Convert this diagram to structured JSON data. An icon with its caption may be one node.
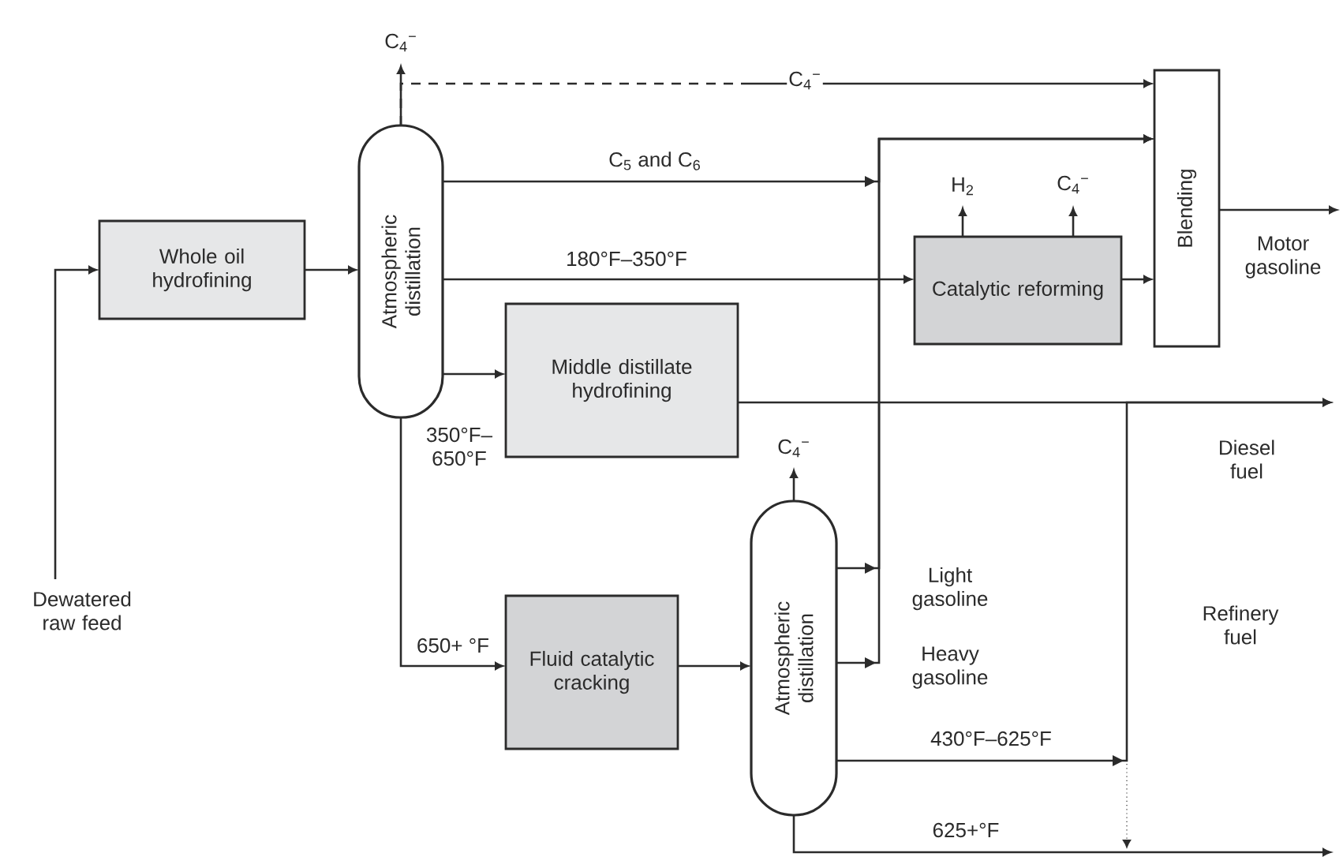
{
  "diagram": {
    "nodes": [
      {
        "text": [
          "Whole oil hydrofining"
        ]
      },
      {
        "text": [
          "Atmospheric distillation"
        ]
      },
      {
        "text": [
          "Middle distillate hydrofining"
        ]
      },
      {
        "text": [
          "Catalytic reforming"
        ]
      },
      {
        "text": [
          "Blending"
        ]
      },
      {
        "text": [
          "Fluid catalytic cracking"
        ]
      },
      {
        "text": [
          "Atmospheric distillation"
        ]
      },
      {
        "text": [
          "Dewatered raw feed"
        ]
      }
    ],
    "edges": [
      {
        "from": 7,
        "to": 0,
        "arrow": "to"
      },
      {
        "from": 0,
        "to": 1,
        "arrow": "to"
      },
      {
        "from": 1,
        "to": null,
        "arrow": "to",
        "label": "C$_{4}$$^{−}$"
      },
      {
        "from": 1,
        "to": 4,
        "arrow": "to",
        "label": "C$_{4}$$^{−}$",
        "style": "dashed"
      },
      {
        "from": 1,
        "to": 4,
        "arrow": "to",
        "label": "C$_{5}$ and C$_{6}$"
      },
      {
        "from": 1,
        "to": 3,
        "arrow": "to",
        "label": "180°F–350°F"
      },
      {
        "from": 1,
        "to": 2,
        "arrow": "to",
        "label": "350°F– 650°F"
      },
      {
        "from": 1,
        "to": 5,
        "arrow": "to",
        "label": "650+ °F"
      },
      {
        "from": 3,
        "to": null,
        "arrow": "to",
        "label": "H$_{2}$"
      },
      {
        "from": 3,
        "to": null,
        "arrow": "to",
        "label": "C$_{4}$$^{−}$"
      },
      {
        "from": 3,
        "to": 4,
        "arrow": "to"
      },
      {
        "from": 4,
        "to": null,
        "arrow": "to",
        "label": "Motor gasoline"
      },
      {
        "from": 2,
        "to": null,
        "arrow": "to",
        "label": "Diesel fuel"
      },
      {
        "from": 5,
        "to": 6,
        "arrow": "to"
      },
      {
        "from": 6,
        "to": null,
        "arrow": "to",
        "label": "C$_{4}$$^{−}$"
      },
      {
        "from": 6,
        "to": 4,
        "arrow": "to",
        "label": "Light gasoline"
      },
      {
        "from": 6,
        "to": 4,
        "arrow": "to",
        "label": "Heavy gasoline"
      },
      {
        "from": 6,
        "to": null,
        "arrow": "to",
        "label": "430°F–625°F"
      },
      {
        "from": 6,
        "to": null,
        "arrow": "to",
        "label": "625+°F"
      }
    ],
    "labels": [
      "Refinery fuel"
    ]
  }
}
